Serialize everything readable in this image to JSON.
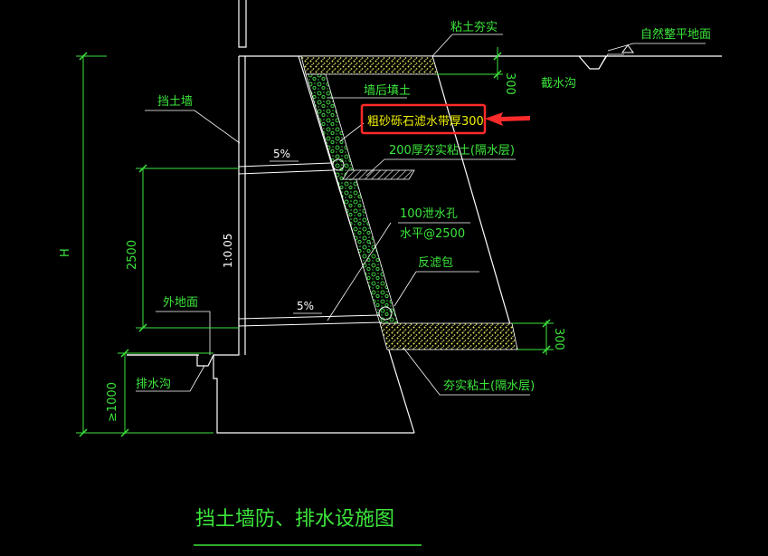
{
  "colors": {
    "background": "#000000",
    "line": "#ffffff",
    "dimension": "#3ce63c",
    "label": "#3ce63c",
    "highlight_label": "#f0f000",
    "fill_soil": "#e8e860",
    "fill_filter": "#40d040",
    "highlight": "#ff2a2a"
  },
  "labels": {
    "clay_tamped_top": "粘土夯实",
    "natural_ground": "自然整平地面",
    "intercept_ditch": "截水沟",
    "dim_300_top": "300",
    "backfill": "墙后填土",
    "filter_band": "粗砂砾石滤水带厚300",
    "clay_200": "200厚夯实粘土(隔水层)",
    "retaining_wall": "挡土墙",
    "slope_upper": "5%",
    "drain_hole": "100泄水孔",
    "drain_spacing": "水平@2500",
    "wall_slope": "1:0.05",
    "dim_2500": "2500",
    "dim_h": "H",
    "filter_bag": "反滤包",
    "outer_ground": "外地面",
    "slope_lower": "5%",
    "dim_300_bottom": "300",
    "drain_ditch": "排水沟",
    "clay_tamped_bottom": "夯实粘土(隔水层)",
    "dim_1000": "≥1000",
    "title": "挡土墙防、排水设施图"
  }
}
